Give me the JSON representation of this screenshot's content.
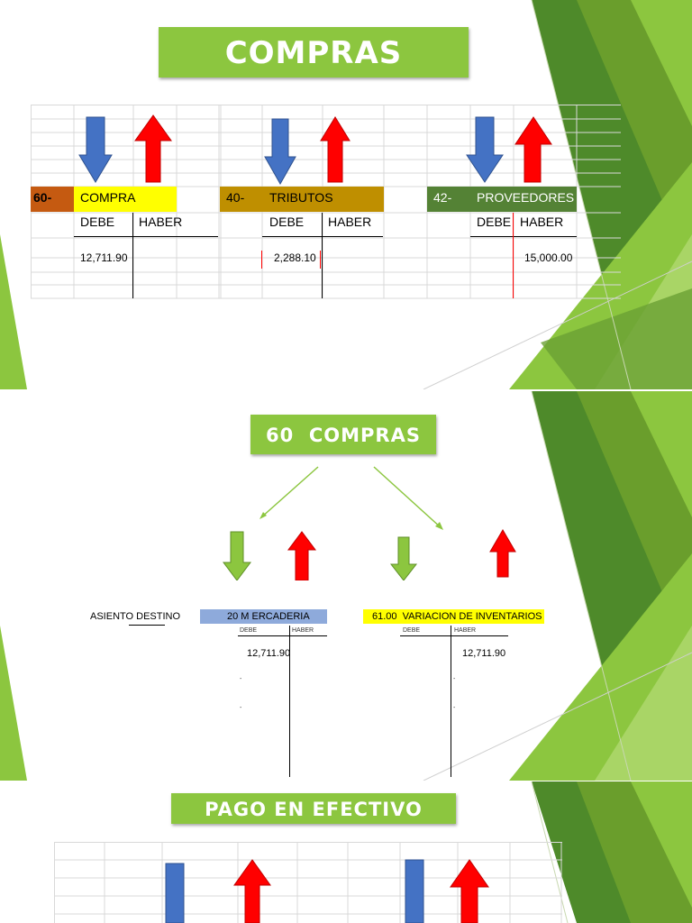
{
  "slide1": {
    "title": "COMPRAS",
    "accounts": [
      {
        "code": "60-",
        "name": "COMPRA",
        "debe": "DEBE",
        "haber": "HABER",
        "debit_value": "12,711.90",
        "credit_value": ""
      },
      {
        "code": "40-",
        "name": "TRIBUTOS",
        "debe": "DEBE",
        "haber": "HABER",
        "debit_value": "2,288.10",
        "credit_value": ""
      },
      {
        "code": "42-",
        "name": "PROVEEDORES",
        "debe": "DEBE",
        "haber": "HABER",
        "debit_value": "",
        "credit_value": "15,000.00"
      }
    ],
    "colors": {
      "code60": "#c55a11",
      "name60": "#ffff00",
      "bar40": "#bf8f00",
      "bar42": "#548235",
      "down_arrow": "#4472c4",
      "up_arrow": "#ff0000"
    }
  },
  "slide2": {
    "title": "60  COMPRAS",
    "asiento_label": "ASIENTO DESTINO",
    "left_account": {
      "name": "20 M ERCADERIA",
      "debe": "DEBE",
      "haber": "HABER",
      "value": "12,711.90",
      "dash1": "-",
      "dash2": "-"
    },
    "right_account": {
      "name": "61.00  VARIACION DE INVENTARIOS",
      "debe": "DEBE",
      "haber": "HABER",
      "value": "12,711.90",
      "dash1": "-",
      "dash2": "-"
    },
    "colors": {
      "left_header": "#8eaadb",
      "right_header": "#ffff00",
      "green_arrow": "#8cc63f",
      "up_arrow": "#ff0000"
    }
  },
  "slide3": {
    "title": "PAGO EN EFECTIVO"
  }
}
